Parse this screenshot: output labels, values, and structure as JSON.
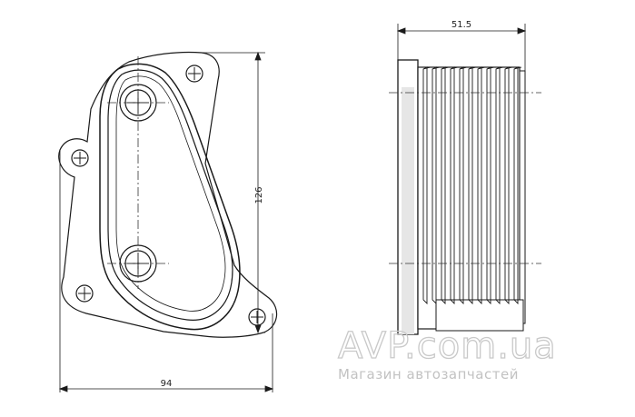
{
  "dimensions": {
    "width": "94",
    "height": "126",
    "depth": "51.5"
  },
  "watermark": {
    "brand": "AVP.com.ua",
    "tagline": "Магазин автозапчастей"
  }
}
